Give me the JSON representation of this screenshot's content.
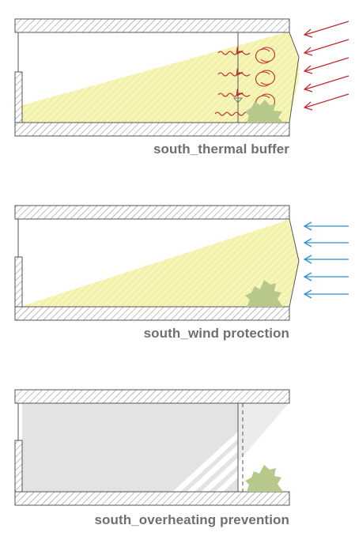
{
  "panels": [
    {
      "caption": "south_thermal buffer",
      "arrow_color": "#c0272d",
      "arrow_direction": "incoming",
      "features": [
        "sun-wedge",
        "open-facade-line",
        "heat-waves",
        "air-circulation",
        "plant"
      ]
    },
    {
      "caption": "south_wind protection",
      "arrow_color": "#2f8fd0",
      "arrow_direction": "incoming",
      "features": [
        "sun-wedge",
        "open-facade",
        "plant"
      ]
    },
    {
      "caption": "south_overheating prevention",
      "arrow_color": "",
      "arrow_direction": "",
      "features": [
        "shaded-interior",
        "closed-facade",
        "sun-strips",
        "plant"
      ]
    }
  ],
  "colors": {
    "sun": "#f3f2a8",
    "sun_hatch": "#ffffff",
    "wall_hatch": "#8a8a8a",
    "shade": "#e3e3e3",
    "plant": "#b7c98a",
    "caption": "#6f6f6f"
  }
}
